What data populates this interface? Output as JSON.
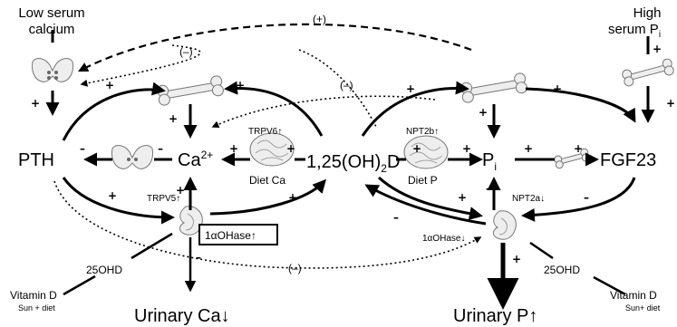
{
  "inputs": {
    "low_serum": "Low serum",
    "calcium": "calcium",
    "high_serum": "High",
    "serum_pi": "serum P",
    "pi_sub": "i"
  },
  "nodes": {
    "pth": "PTH",
    "ca": "Ca",
    "ca_sup": "2+",
    "vitd_pre": "1,25(OH)",
    "vitd_sub": "2",
    "vitd_post": "D",
    "pi": "P",
    "pi_sub": "i",
    "fgf23": "FGF23"
  },
  "gut": {
    "trpv6": "TRPV6↑",
    "diet_ca": "Diet Ca",
    "npt2b": "NPT2b↑",
    "diet_p": "Diet P"
  },
  "kidney": {
    "trpv5": "TRPV5↑",
    "ohase_up": "1αOHase↑",
    "npt2a": "NPT2a↓",
    "ohase_down": "1αOHase↓"
  },
  "vitamin": {
    "ohd_left": "25OHD",
    "ohd_right": "25OHD",
    "vitd_left": "Vitamin D",
    "sun_left": "Sun + diet",
    "vitd_right": "Vitamin D",
    "sun_right": "Sun+ diet"
  },
  "outputs": {
    "urinary_ca": "Urinary Ca↓",
    "urinary_p": "Urinary P↑"
  },
  "signs": {
    "plus": "+",
    "minus": "–",
    "plus_paren": "(+)",
    "minus_paren": "(–)"
  }
}
